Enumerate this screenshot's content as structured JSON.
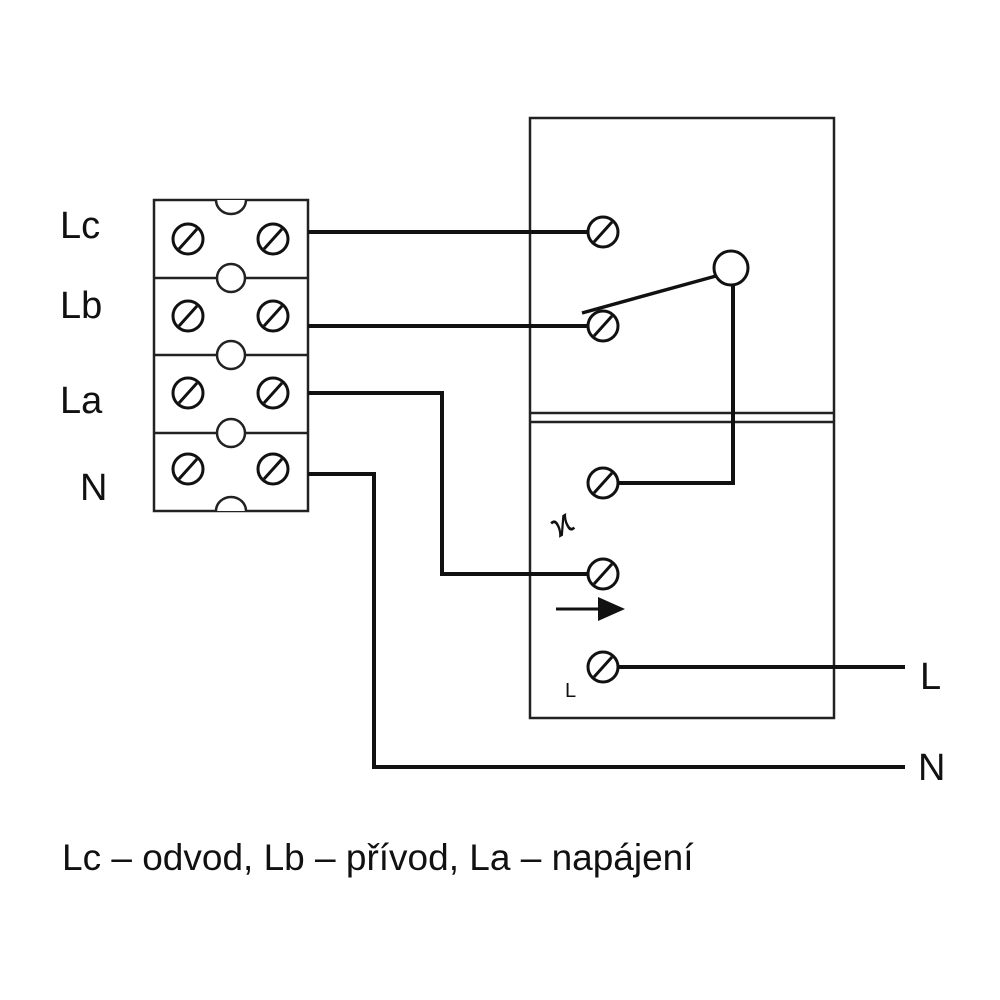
{
  "terminal_labels": {
    "lc": "Lc",
    "lb": "Lb",
    "la": "La",
    "n": "N"
  },
  "output_labels": {
    "l": "L",
    "n": "N"
  },
  "switch_labels": {
    "l_small": "L",
    "symbol": "ϰ"
  },
  "caption": "Lc – odvod, Lb – přívod, La – napájení",
  "colors": {
    "line": "#111111",
    "background": "#ffffff"
  }
}
